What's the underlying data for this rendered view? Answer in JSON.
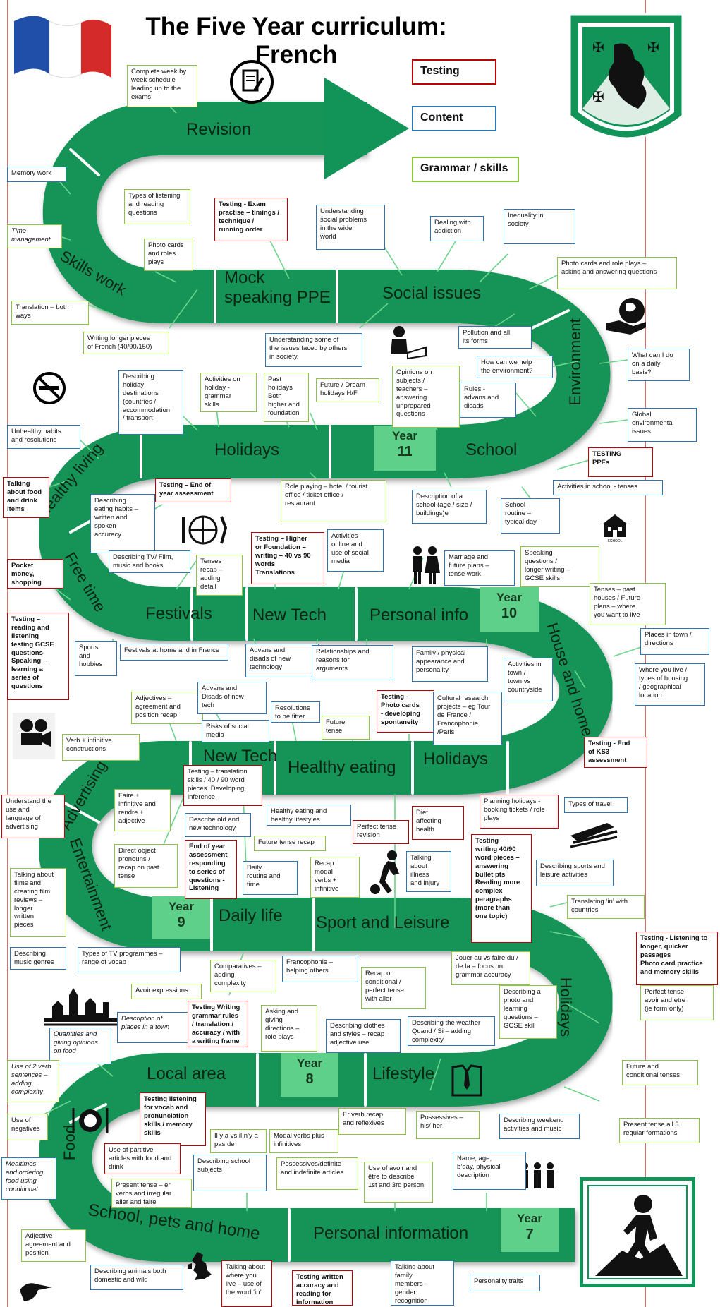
{
  "title": "The Five Year curriculum: French",
  "legend": {
    "testing": "Testing",
    "content": "Content",
    "grammar": "Grammar / skills"
  },
  "colors": {
    "road": "#129458",
    "year_badge": "#5fd08a",
    "testing": "#c00000",
    "content": "#2e75b6",
    "grammar": "#8cc63f"
  },
  "road_labels": {
    "revision": "Revision",
    "skills_work": "Skills work",
    "mock": "Mock\nspeaking PPE",
    "social_issues": "Social issues",
    "environment": "Environment",
    "holidays11": "Holidays",
    "school": "School",
    "healthy_living": "Healthy living",
    "free_time": "Free time",
    "festivals": "Festivals",
    "new_tech10": "New Tech",
    "personal_info": "Personal info",
    "house_home": "House and home",
    "advertising": "Advertising",
    "new_tech9": "New Tech",
    "healthy_eating": "Healthy eating",
    "holidays9": "Holidays",
    "entertainment": "Entertainment",
    "daily_life": "Daily life",
    "sport_leisure": "Sport and Leisure",
    "holidays8": "Holidays",
    "food": "Food",
    "local_area": "Local area",
    "lifestyle": "Lifestyle",
    "school_pets": "School, pets and home",
    "personal_information": "Personal information"
  },
  "years": [
    {
      "label": "Year",
      "num": "11"
    },
    {
      "label": "Year",
      "num": "10"
    },
    {
      "label": "Year",
      "num": "9"
    },
    {
      "label": "Year",
      "num": "8"
    },
    {
      "label": "Year",
      "num": "7"
    }
  ],
  "icons": [
    "french-flag",
    "document-pen-icon",
    "school-crest",
    "no-smoking-icon",
    "person-reading-icon",
    "globe-hand-icon",
    "food-globe-icon",
    "couple-icon",
    "school-building-icon",
    "film-camera-icon",
    "train-icon",
    "football-player-icon",
    "city-skyline-icon",
    "shirt-tie-icon",
    "plate-cutlery-icon",
    "family-icon",
    "hiker-icon",
    "uk-map-icon",
    "toucan-icon"
  ],
  "boxes": [
    {
      "t": "Complete week by\nweek schedule\nleading up to the\nexams",
      "k": "g"
    },
    {
      "t": "Memory work",
      "k": "b"
    },
    {
      "t": "Types of listening\nand reading\nquestions",
      "k": "g"
    },
    {
      "t": "Testing - Exam\npractise – timings /\ntechnique /\nrunning order",
      "k": "r"
    },
    {
      "t": "Understanding\nsocial problems\nin the wider\nworld",
      "k": "b"
    },
    {
      "t": "Dealing with\naddiction",
      "k": "b"
    },
    {
      "t": "Inequality in\nsociety",
      "k": "b"
    },
    {
      "t": "Time\nmanagement",
      "k": "g",
      "i": true
    },
    {
      "t": "Photo cards\nand roles\nplays",
      "k": "g"
    },
    {
      "t": "Photo cards and role plays –\nasking and answering questions",
      "k": "g",
      "bold2": true
    },
    {
      "t": "Translation – both\nways",
      "k": "g"
    },
    {
      "t": "Writing longer pieces\nof French (40/90/150)",
      "k": "g"
    },
    {
      "t": "Understanding some of\nthe issues faced by others\nin society.",
      "k": "b"
    },
    {
      "t": "Pollution and all\nits forms",
      "k": "b"
    },
    {
      "t": "How can we help\nthe environment?",
      "k": "b"
    },
    {
      "t": "What can I do\non a daily\nbasis?",
      "k": "b"
    },
    {
      "t": "Describing\nholiday\ndestinations\n(countries /\naccommodation\n/ transport",
      "k": "b"
    },
    {
      "t": "Activities on\nholiday -\ngrammar\nskills",
      "k": "g"
    },
    {
      "t": "Past\nholidays\nBoth\nhigher and\nfoundation",
      "k": "g"
    },
    {
      "t": "Future / Dream\nholidays H/F",
      "k": "g"
    },
    {
      "t": "Opinions on\nsubjects /\nteachers –\nanswering\nunprepared\nquestions",
      "k": "g"
    },
    {
      "t": "Rules -\nadvans and\ndisads",
      "k": "b"
    },
    {
      "t": "Global\nenvironmental\nissues",
      "k": "b"
    },
    {
      "t": "Unhealthy habits\nand resolutions",
      "k": "b"
    },
    {
      "t": "TESTING\nPPEs",
      "k": "r"
    },
    {
      "t": "Activities in school - tenses",
      "k": "b"
    },
    {
      "t": "Talking\nabout food\nand drink\nitems",
      "k": "r"
    },
    {
      "t": "Testing – End of\nyear assessment",
      "k": "r"
    },
    {
      "t": "Role playing – hotel / tourist\noffice / ticket office /\nrestaurant",
      "k": "g"
    },
    {
      "t": "Description of a\nschool (age / size /\nbuildings)e",
      "k": "b"
    },
    {
      "t": "School\nroutine –\ntypical day",
      "k": "b"
    },
    {
      "t": "Describing\neating habits –\nwritten and\nspoken\naccuracy",
      "k": "b"
    },
    {
      "t": "Testing – Higher\nor Foundation –\nwriting – 40 vs 90\nwords\nTranslations",
      "k": "r"
    },
    {
      "t": "Activities\nonline and\nuse of social\nmedia",
      "k": "b"
    },
    {
      "t": "Marriage and\nfuture plans –\ntense work",
      "k": "b"
    },
    {
      "t": "Speaking\nquestions /\nlonger writing –\nGCSE skills",
      "k": "g"
    },
    {
      "t": "Pocket\nmoney,\nshopping",
      "k": "r"
    },
    {
      "t": "Describing TV/ Film,\nmusic and books",
      "k": "b"
    },
    {
      "t": "Tenses\nrecap –\nadding\ndetail",
      "k": "g"
    },
    {
      "t": "Tenses – past\nhouses / Future\nplans – where\nyou want to live",
      "k": "g"
    },
    {
      "t": "Places in town /\ndirections",
      "k": "b"
    },
    {
      "t": "Testing –\nreading and\nlistening\ntesting GCSE\nquestions\nSpeaking –\nlearning a\nseries of\nquestions",
      "k": "r"
    },
    {
      "t": "Sports\nand\nhobbies",
      "k": "b"
    },
    {
      "t": "Festivals at home and in France",
      "k": "b"
    },
    {
      "t": "Advans and\ndisads of new\ntechnology",
      "k": "b"
    },
    {
      "t": "Relationships and\nreasons for\narguments",
      "k": "b"
    },
    {
      "t": "Family / physical\nappearance and\npersonality",
      "k": "b"
    },
    {
      "t": "Activities in\ntown /\ntown vs\ncountryside",
      "k": "b"
    },
    {
      "t": "Where you live /\ntypes of housing\n/ geographical\nlocation",
      "k": "b"
    },
    {
      "t": "Adjectives –\nagreement and\nposition recap",
      "k": "g"
    },
    {
      "t": "Advans and\nDisads of new\ntech",
      "k": "b"
    },
    {
      "t": "Resolutions\nto be fitter",
      "k": "b"
    },
    {
      "t": "Testing -\nPhoto cards\n- developing\nspontaneity",
      "k": "r"
    },
    {
      "t": "Cultural research\nprojects – eg Tour\nde France /\nFrancophonie\n/Paris",
      "k": "b"
    },
    {
      "t": "Risks of social\nmedia",
      "k": "b"
    },
    {
      "t": "Future\ntense",
      "k": "g"
    },
    {
      "t": "Testing - End\nof KS3\nassessment",
      "k": "r"
    },
    {
      "t": "Verb + infinitive\nconstructions",
      "k": "g"
    },
    {
      "t": "Testing – translation\nskills / 40 / 90 word\npieces. Developing\ninference.",
      "k": "r",
      "normal": true
    },
    {
      "t": "Understand the\nuse and\nlanguage of\nadvertising",
      "k": "r",
      "normal": true
    },
    {
      "t": "Faire +\ninfinitive and\nrendre +\nadjective",
      "k": "g"
    },
    {
      "t": "Healthy eating and\nhealthy lifestyles",
      "k": "b"
    },
    {
      "t": "Diet\naffecting\nhealth",
      "k": "r",
      "normal": true
    },
    {
      "t": "Planning holidays -\nbooking tickets / role\nplays",
      "k": "r",
      "normal": true
    },
    {
      "t": "Types of travel",
      "k": "b"
    },
    {
      "t": "Describe old and\nnew technology",
      "k": "b"
    },
    {
      "t": "Perfect tense\nrevision",
      "k": "r",
      "normal": true
    },
    {
      "t": "Future tense recap",
      "k": "g"
    },
    {
      "t": "Direct object\npronouns /\nrecap on past\ntense",
      "k": "g"
    },
    {
      "t": "End of year\nassessment\nresponding\nto series of\nquestions -\nListening",
      "k": "r"
    },
    {
      "t": "Daily\nroutine and\ntime",
      "k": "b"
    },
    {
      "t": "Recap\nmodal\nverbs +\ninfinitive",
      "k": "g"
    },
    {
      "t": "Talking\nabout\nillness\nand injury",
      "k": "b"
    },
    {
      "t": "Testing –\nwriting 40/90\nword pieces –\nanswering\nbullet pts\nReading more\ncomplex\nparagraphs\n(more than\none topic)",
      "k": "r"
    },
    {
      "t": "Describing sports and\nleisure activities",
      "k": "b"
    },
    {
      "t": "Talking about\nfilms and\ncreating film\nreviews –\nlonger\nwritten\npieces",
      "k": "g"
    },
    {
      "t": "Translating ‘in’ with\ncountries",
      "k": "g"
    },
    {
      "t": "Testing - Listening to\nlonger, quicker\npassages\nPhoto card practice\nand memory skills",
      "k": "r"
    },
    {
      "t": "Describing\nmusic genres",
      "k": "b"
    },
    {
      "t": "Types of TV programmes –\nrange of vocab",
      "k": "b"
    },
    {
      "t": "Comparatives –\nadding\ncomplexity",
      "k": "g"
    },
    {
      "t": "Francophonie –\nhelping others",
      "k": "b"
    },
    {
      "t": "Jouer au vs faire du /\nde la – focus on\ngrammar accuracy",
      "k": "g"
    },
    {
      "t": "Avoir expressions",
      "k": "g"
    },
    {
      "t": "Recap on\nconditional /\nperfect tense\nwith aller",
      "k": "g"
    },
    {
      "t": "Describing a\nphoto and\nlearning\nquestions –\nGCSE skill",
      "k": "g"
    },
    {
      "t": "Perfect tense\navoir and etre\n(je form only)",
      "k": "g"
    },
    {
      "t": "Description of\nplaces in a town",
      "k": "b",
      "i": true
    },
    {
      "t": "Testing Writing\ngrammar rules\n/ translation /\naccuracy / with\na writing frame",
      "k": "r"
    },
    {
      "t": "Asking and\ngiving\ndirections –\nrole plays",
      "k": "g"
    },
    {
      "t": "Describing clothes\nand styles – recap\nadjective use",
      "k": "b"
    },
    {
      "t": "Describing the weather\nQuand / Si – adding\ncomplexity",
      "k": "b"
    },
    {
      "t": "Quantities and\ngiving opinions\non food",
      "k": "b",
      "i": true
    },
    {
      "t": "Future and\nconditional tenses",
      "k": "g"
    },
    {
      "t": "Use of 2 verb\nsentences –\nadding\ncomplexity",
      "k": "g",
      "i": true
    },
    {
      "t": "Testing listening\nfor vocab and\npronunciation\nskills / memory\nskills",
      "k": "r"
    },
    {
      "t": "Il y a vs il n’y a\npas de",
      "k": "g"
    },
    {
      "t": "Modal verbs plus\ninfinitives",
      "k": "g"
    },
    {
      "t": "Er verb recap\nand reflexives",
      "k": "g"
    },
    {
      "t": "Possessives –\nhis/ her",
      "k": "g"
    },
    {
      "t": "Describing weekend\nactivities and music",
      "k": "b"
    },
    {
      "t": "Present tense all 3\nregular formations",
      "k": "g"
    },
    {
      "t": "Use of\nnegatives",
      "k": "g"
    },
    {
      "t": "Use of partitive\narticles with food and\ndrink",
      "k": "r",
      "normal": true
    },
    {
      "t": "Mealtimes\nand ordering\nfood using\nconditional",
      "k": "b",
      "i": true
    },
    {
      "t": "Present tense – er\nverbs and irregular\naller and faire",
      "k": "g"
    },
    {
      "t": "Describing school\nsubjects",
      "k": "b"
    },
    {
      "t": "Possessives/definite\nand indefinite articles",
      "k": "g"
    },
    {
      "t": "Use of avoir and\nêtre to describe\n1st and 3rd person",
      "k": "g"
    },
    {
      "t": "Name, age,\nb’day, physical\ndescription",
      "k": "b"
    },
    {
      "t": "Adjective\nagreement and\nposition",
      "k": "g"
    },
    {
      "t": "Describing animals both\ndomestic and wild",
      "k": "b"
    },
    {
      "t": "Talking about\nwhere you\nlive – use of\nthe word ‘in’",
      "k": "r",
      "normal": true
    },
    {
      "t": "Testing written\naccuracy and\nreading for\ninformation",
      "k": "r"
    },
    {
      "t": "Talking about\nfamily\nmembers -\ngender\nrecognition",
      "k": "b"
    },
    {
      "t": "Personality traits",
      "k": "b"
    }
  ]
}
